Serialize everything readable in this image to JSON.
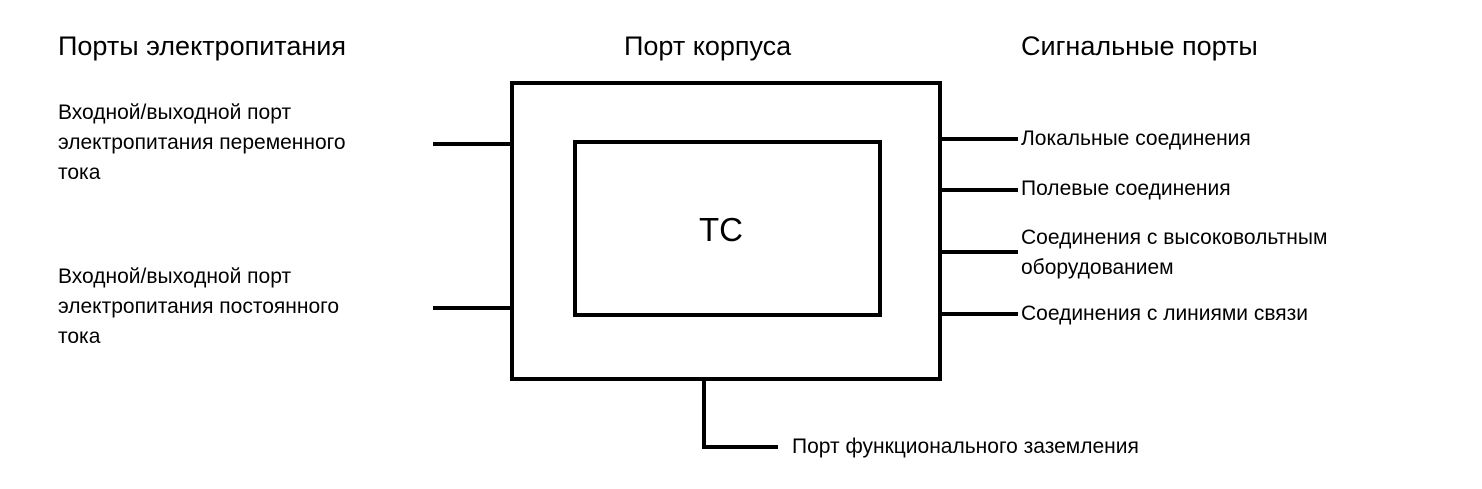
{
  "headers": {
    "power_ports": "Порты электропитания",
    "enclosure_port": "Порт корпуса",
    "signal_ports": "Сигнальные порты"
  },
  "left_ports": {
    "ac_line1": "Входной/выходной порт",
    "ac_line2": "электропитания переменного",
    "ac_line3": "тока",
    "dc_line1": "Входной/выходной порт",
    "dc_line2": "электропитания постоянного",
    "dc_line3": "тока"
  },
  "equipment_label": "ТС",
  "right_ports": {
    "local": "Локальные соединения",
    "field": "Полевые соединения",
    "hv_line1": "Соединения с высоковольтным",
    "hv_line2": "оборудованием",
    "telecom": "Соединения с линиями связи"
  },
  "bottom_port": "Порт функционального заземления"
}
